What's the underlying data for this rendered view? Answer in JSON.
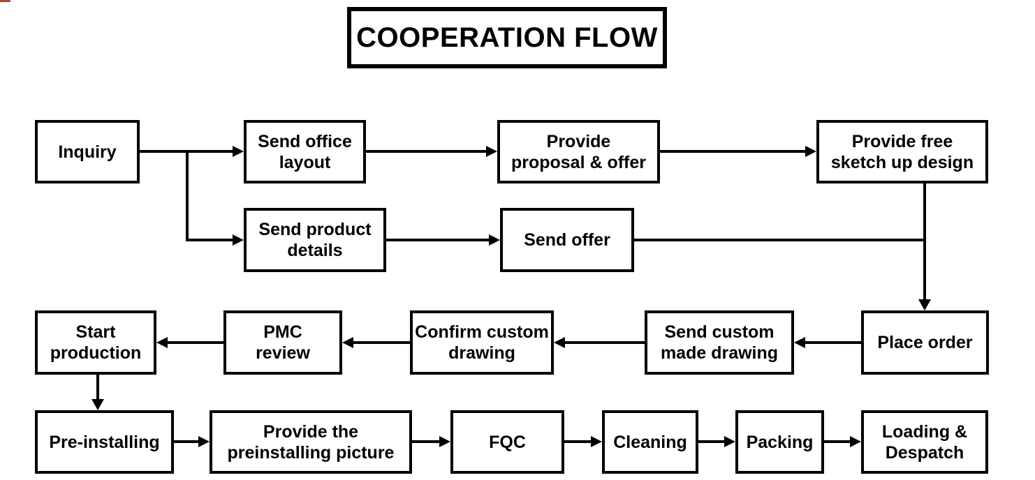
{
  "title": {
    "label": "COOPERATION FLOW"
  },
  "accent_bar": {
    "color": "#a84b31",
    "style": "background:#a84b31"
  },
  "nodes": [
    {
      "id": "inquiry",
      "label": "Inquiry"
    },
    {
      "id": "send-office-layout",
      "label": "Send office\nlayout"
    },
    {
      "id": "provide-proposal-offer",
      "label": "Provide\nproposal & offer"
    },
    {
      "id": "provide-free-sketch-up-design",
      "label": "Provide free\nsketch up design"
    },
    {
      "id": "send-product-details",
      "label": "Send product\ndetails"
    },
    {
      "id": "send-offer",
      "label": "Send offer"
    },
    {
      "id": "start-production",
      "label": "Start\nproduction"
    },
    {
      "id": "pmc-review",
      "label": "PMC\nreview"
    },
    {
      "id": "confirm-custom-drawing",
      "label": "Confirm custom\ndrawing"
    },
    {
      "id": "send-custom-made-drawing",
      "label": "Send custom\nmade drawing"
    },
    {
      "id": "place-order",
      "label": "Place order"
    },
    {
      "id": "pre-installing",
      "label": "Pre-installing"
    },
    {
      "id": "provide-preinstalling-picture",
      "label": "Provide the\npreinstalling picture"
    },
    {
      "id": "fqc",
      "label": "FQC"
    },
    {
      "id": "cleaning",
      "label": "Cleaning"
    },
    {
      "id": "packing",
      "label": "Packing"
    },
    {
      "id": "loading-despatch",
      "label": "Loading &\nDespatch"
    }
  ],
  "edges": [
    {
      "from": "inquiry",
      "to": "send-office-layout"
    },
    {
      "from": "inquiry",
      "to": "send-product-details"
    },
    {
      "from": "send-office-layout",
      "to": "provide-proposal-offer"
    },
    {
      "from": "provide-proposal-offer",
      "to": "provide-free-sketch-up-design"
    },
    {
      "from": "send-product-details",
      "to": "send-offer"
    },
    {
      "from": "provide-free-sketch-up-design",
      "to": "place-order"
    },
    {
      "from": "send-offer",
      "to": "place-order"
    },
    {
      "from": "place-order",
      "to": "send-custom-made-drawing"
    },
    {
      "from": "send-custom-made-drawing",
      "to": "confirm-custom-drawing"
    },
    {
      "from": "confirm-custom-drawing",
      "to": "pmc-review"
    },
    {
      "from": "pmc-review",
      "to": "start-production"
    },
    {
      "from": "start-production",
      "to": "pre-installing"
    },
    {
      "from": "pre-installing",
      "to": "provide-preinstalling-picture"
    },
    {
      "from": "provide-preinstalling-picture",
      "to": "fqc"
    },
    {
      "from": "fqc",
      "to": "cleaning"
    },
    {
      "from": "cleaning",
      "to": "packing"
    },
    {
      "from": "packing",
      "to": "loading-despatch"
    }
  ]
}
